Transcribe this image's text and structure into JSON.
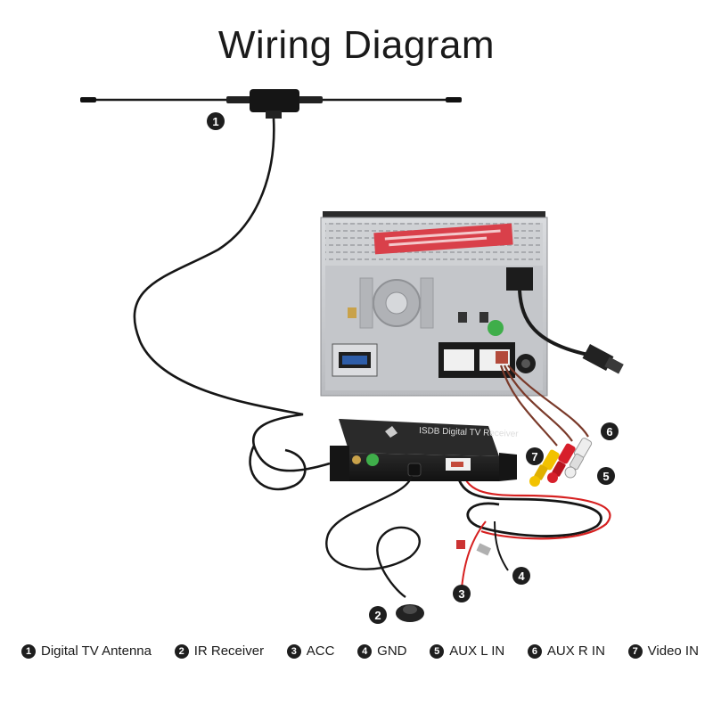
{
  "title": "Wiring Diagram",
  "markers": [
    "1",
    "2",
    "3",
    "4",
    "5",
    "6",
    "7"
  ],
  "box_label": "ISDB Digital TV Receiver",
  "legend": [
    {
      "num": "1",
      "label": "Digital TV Antenna"
    },
    {
      "num": "2",
      "label": "IR Receiver"
    },
    {
      "num": "3",
      "label": "ACC"
    },
    {
      "num": "4",
      "label": "GND"
    },
    {
      "num": "5",
      "label": "AUX L IN"
    },
    {
      "num": "6",
      "label": "AUX R IN"
    },
    {
      "num": "7",
      "label": "Video IN"
    }
  ],
  "colors": {
    "wire_black": "#161616",
    "wire_red": "#d62020",
    "rca_yellow": "#f2c200",
    "rca_red": "#d71f2b",
    "rca_white": "#eeeeee",
    "box_black": "#1b1b1b",
    "chassis": "#c9cbcf"
  }
}
